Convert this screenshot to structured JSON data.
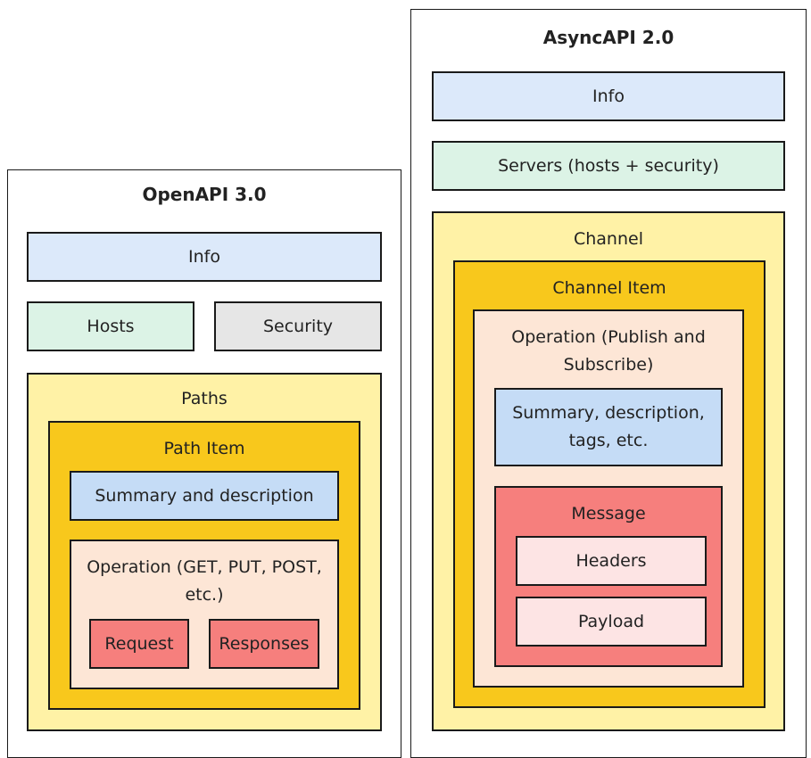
{
  "openapi": {
    "title": "OpenAPI 3.0",
    "info": "Info",
    "hosts": "Hosts",
    "security": "Security",
    "paths": "Paths",
    "path_item": "Path Item",
    "summary": "Summary and description",
    "operation": "Operation (GET, PUT, POST, etc.)",
    "request": "Request",
    "responses": "Responses"
  },
  "asyncapi": {
    "title": "AsyncAPI 2.0",
    "info": "Info",
    "servers": "Servers (hosts + security)",
    "channel": "Channel",
    "channel_item": "Channel Item",
    "operation": "Operation (Publish and Subscribe)",
    "summary": "Summary, description, tags, etc.",
    "message": "Message",
    "headers": "Headers",
    "payload": "Payload"
  },
  "colors": {
    "info": "#dce9fa",
    "hosts": "#dcf3e6",
    "security": "#e6e6e6",
    "paths": "#fff2a6",
    "path_item": "#f8c81c",
    "summary": "#c5dcf6",
    "operation": "#fde6d6",
    "request": "#f67f7d",
    "message_inner": "#fde4e4"
  }
}
